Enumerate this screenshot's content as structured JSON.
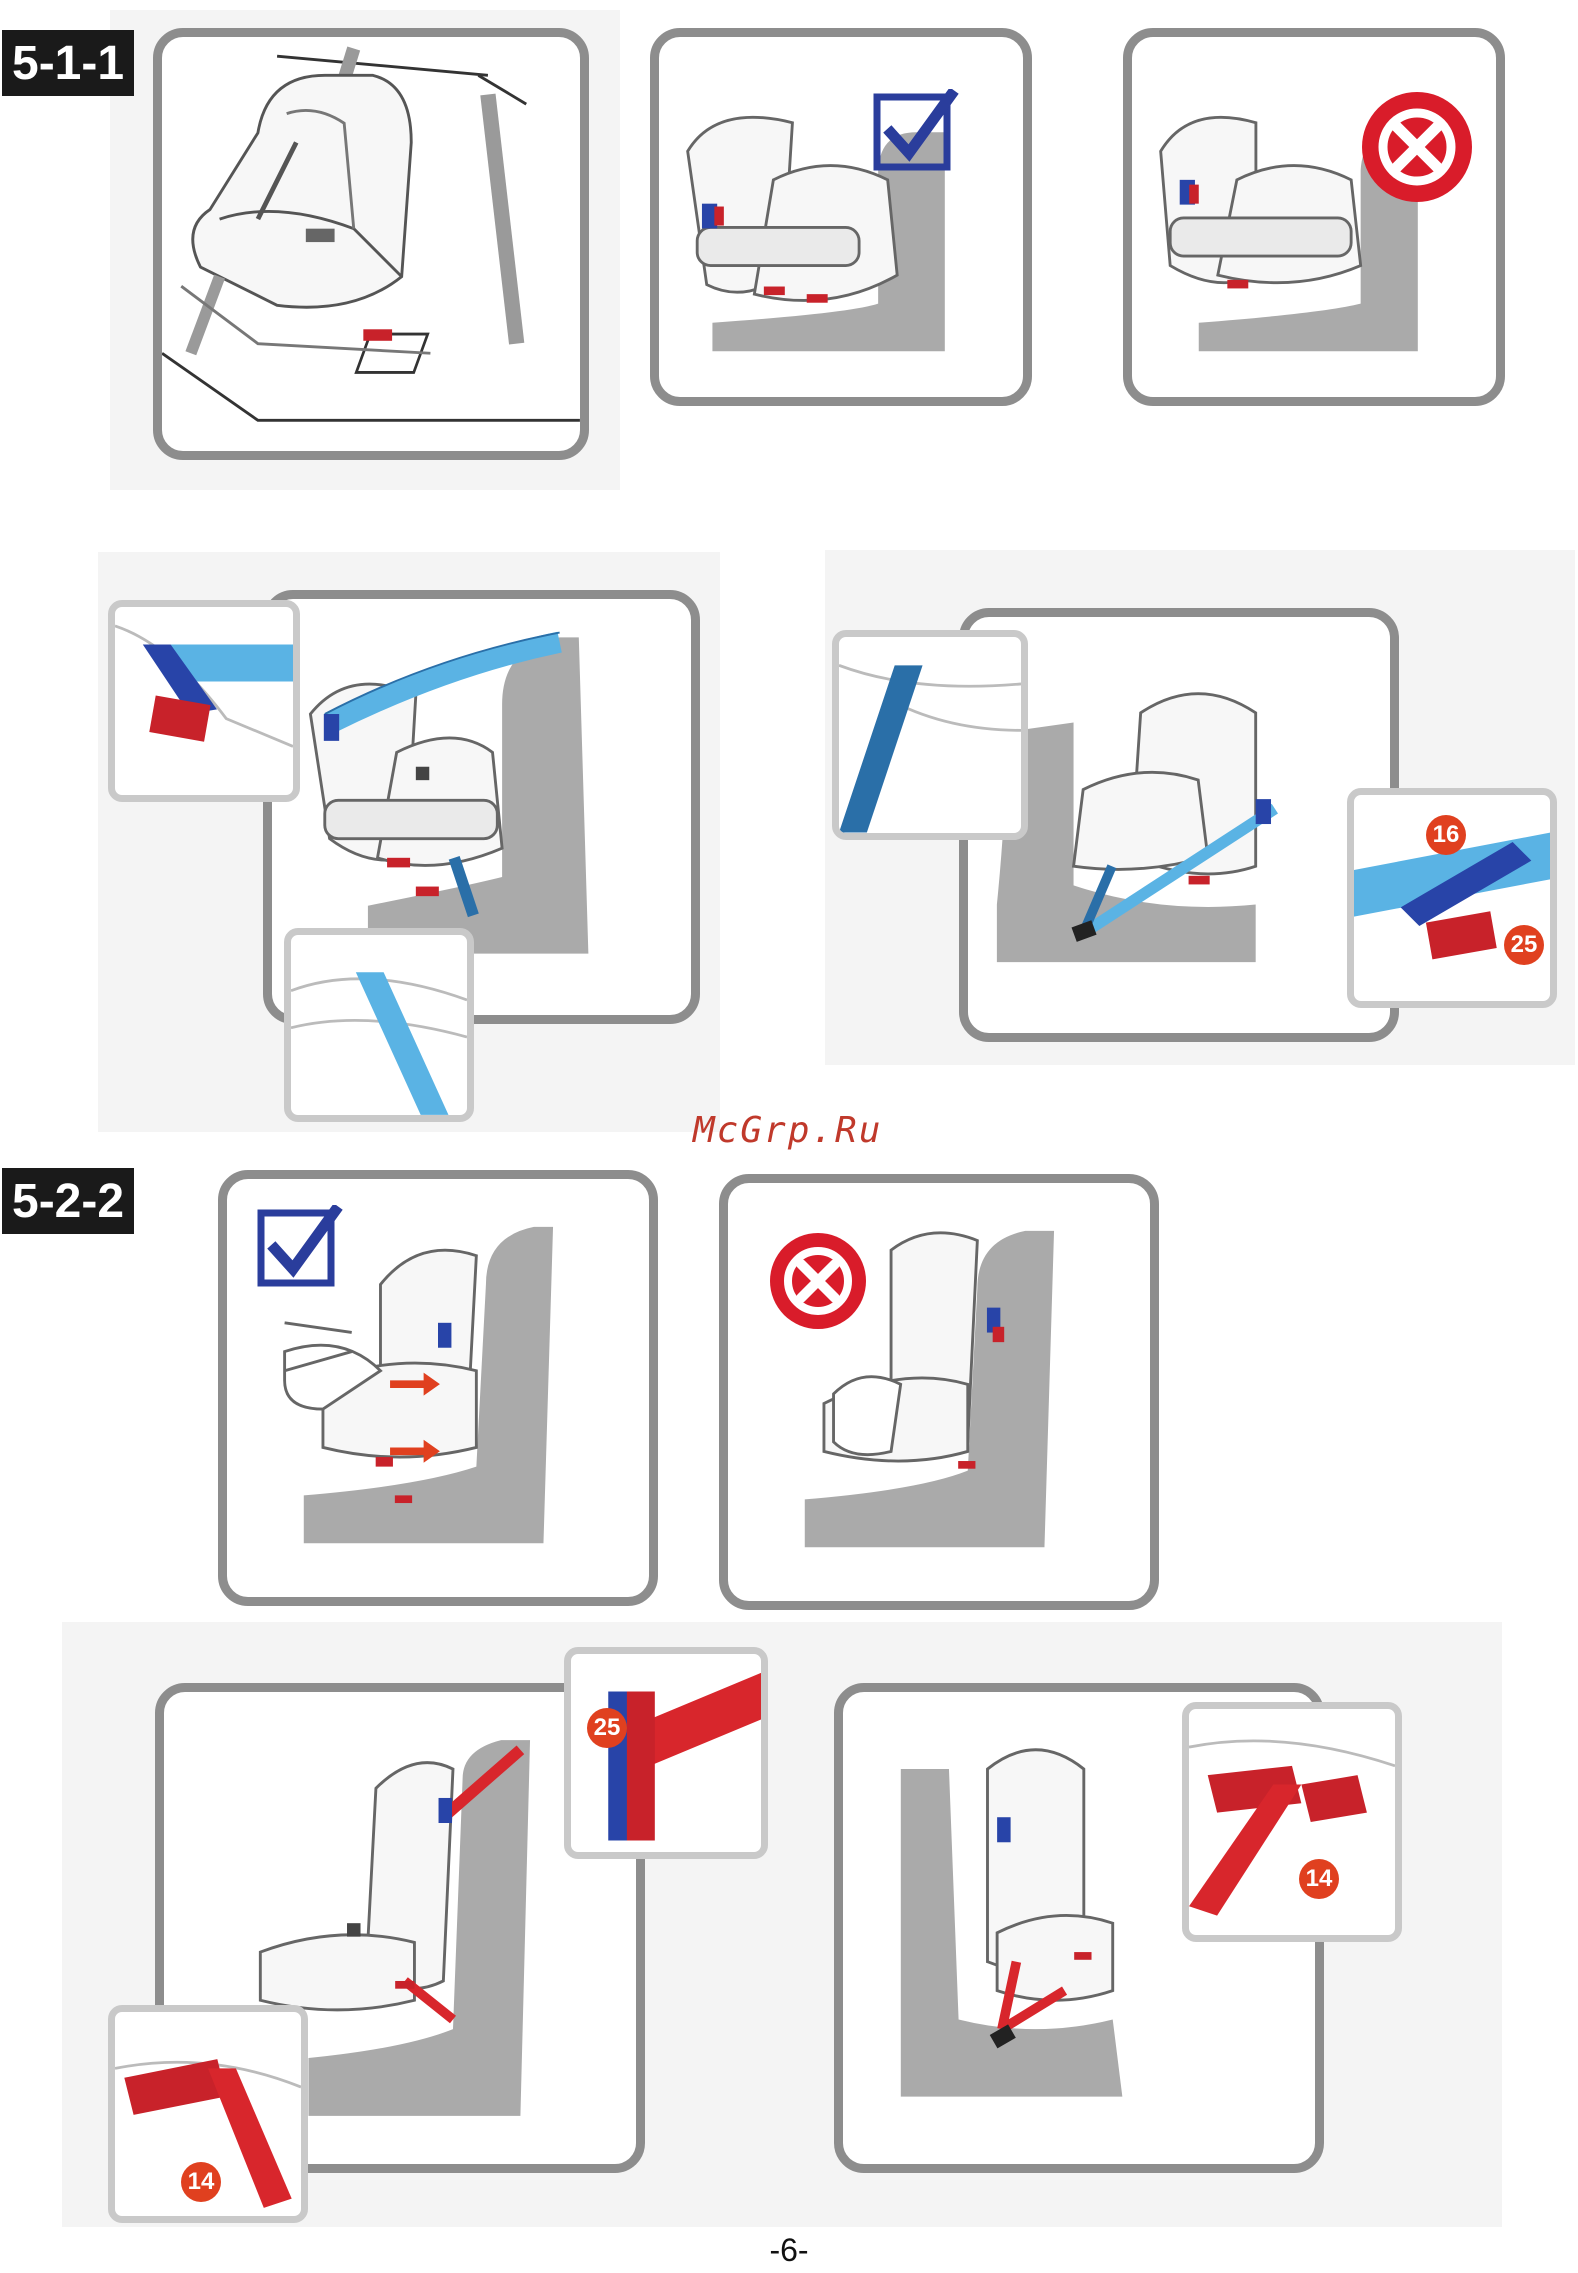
{
  "sections": [
    {
      "label": "5-1-1"
    },
    {
      "label": "5-2-2"
    }
  ],
  "indicators": {
    "correct": "checkmark-icon",
    "incorrect": "prohibited-icon"
  },
  "callouts": {
    "c16": "16",
    "c25a": "25",
    "c25b": "25",
    "c14a": "14",
    "c14b": "14"
  },
  "colors": {
    "belt_blue": "#5ab3e4",
    "belt_red": "#d8262c",
    "clip_blue": "#2844a8",
    "clip_red": "#c8222a",
    "callout_orange": "#e0401f",
    "seat_gray": "#aaaaaa",
    "frame_gray": "#8d8d8d",
    "check_blue": "#2a3d9c",
    "stop_red": "#d91c2a"
  },
  "watermark": "McGrp.Ru",
  "page_number": "-6-"
}
